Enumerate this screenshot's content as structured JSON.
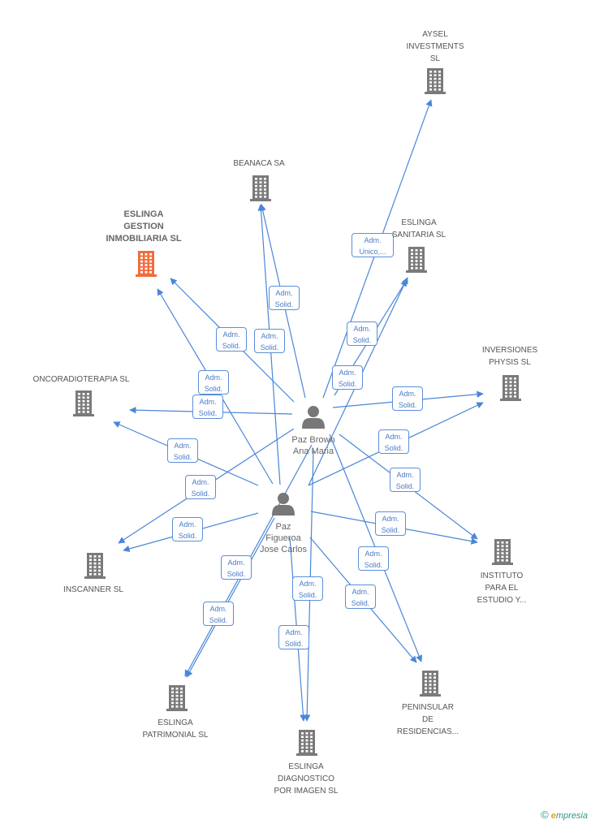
{
  "people": [
    {
      "id": "p1",
      "name": "Paz Brown\nAna Maria"
    },
    {
      "id": "p2",
      "name": "Paz\nFigueroa\nJose Carlos"
    }
  ],
  "companies": [
    {
      "id": "aysel",
      "name": "AYSEL\nINVESTMENTS\nSL",
      "highlight": false
    },
    {
      "id": "beanaca",
      "name": "BEANACA SA",
      "highlight": false
    },
    {
      "id": "gestion",
      "name": "ESLINGA\nGESTION\nINMOBILIARIA SL",
      "highlight": true
    },
    {
      "id": "sanitaria",
      "name": "ESLINGA\nSANITARIA SL",
      "highlight": false
    },
    {
      "id": "physis",
      "name": "INVERSIONES\nPHYSIS SL",
      "highlight": false
    },
    {
      "id": "onco",
      "name": "ONCORADIOTERAPIA SL",
      "highlight": false
    },
    {
      "id": "inscanner",
      "name": "INSCANNER SL",
      "highlight": false
    },
    {
      "id": "instituto",
      "name": "INSTITUTO\nPARA EL\nESTUDIO Y...",
      "highlight": false
    },
    {
      "id": "patrimonial",
      "name": "ESLINGA\nPATRIMONIAL SL",
      "highlight": false
    },
    {
      "id": "peninsular",
      "name": "PENINSULAR\nDE\nRESIDENCIAS...",
      "highlight": false
    },
    {
      "id": "diagnostico",
      "name": "ESLINGA\nDIAGNOSTICO\nPOR IMAGEN SL",
      "highlight": false
    }
  ],
  "edges": [
    {
      "from": "p1",
      "to": "aysel",
      "label": "Adm.\nUnico,..."
    },
    {
      "from": "p1",
      "to": "beanaca",
      "label": "Adm.\nSolid."
    },
    {
      "from": "p2",
      "to": "beanaca",
      "label": "Adm.\nSolid."
    },
    {
      "from": "p1",
      "to": "gestion",
      "label": "Adm.\nSolid."
    },
    {
      "from": "p1",
      "to": "sanitaria",
      "label": "Adm.\nSolid."
    },
    {
      "from": "p2",
      "to": "sanitaria",
      "label": "Adm.\nSolid."
    },
    {
      "from": "p1",
      "to": "physis",
      "label": "Adm.\nSolid."
    },
    {
      "from": "p2",
      "to": "physis",
      "label": "Adm.\nSolid."
    },
    {
      "from": "p2",
      "to": "gestion",
      "label": "Adm.\nSolid."
    },
    {
      "from": "p1",
      "to": "onco",
      "label": "Adm.\nSolid."
    },
    {
      "from": "p2",
      "to": "onco",
      "label": "Adm.\nSolid."
    },
    {
      "from": "p1",
      "to": "inscanner",
      "label": "Adm.\nSolid."
    },
    {
      "from": "p2",
      "to": "inscanner",
      "label": "Adm.\nSolid."
    },
    {
      "from": "p1",
      "to": "instituto",
      "label": "Adm.\nSolid."
    },
    {
      "from": "p2",
      "to": "instituto",
      "label": "Adm.\nSolid."
    },
    {
      "from": "p1",
      "to": "patrimonial",
      "label": "Adm.\nSolid."
    },
    {
      "from": "p2",
      "to": "patrimonial",
      "label": "Adm.\nSolid."
    },
    {
      "from": "p1",
      "to": "peninsular",
      "label": "Adm.\nSolid."
    },
    {
      "from": "p2",
      "to": "peninsular",
      "label": "Adm.\nSolid."
    },
    {
      "from": "p1",
      "to": "diagnostico",
      "label": "Adm.\nSolid."
    },
    {
      "from": "p2",
      "to": "diagnostico",
      "label": "Adm.\nSolid."
    }
  ],
  "colors": {
    "edge": "#4a86d8",
    "building": "#7a7a7a",
    "building_highlight": "#f26c3d",
    "person": "#777777"
  },
  "icons": {
    "company": "building-icon",
    "person": "person-icon"
  },
  "copyright": {
    "symbol": "©",
    "brand_initial": "e",
    "brand_rest": "mpresia"
  }
}
